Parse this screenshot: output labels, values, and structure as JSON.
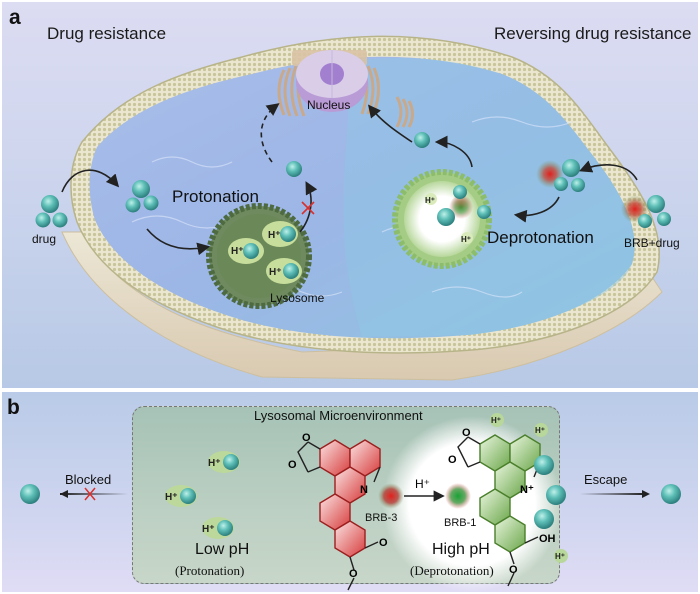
{
  "figure": {
    "panel_a": {
      "letter": "a",
      "left_title": "Drug resistance",
      "right_title": "Reversing drug resistance",
      "labels": {
        "drug": "drug",
        "protonation": "Protonation",
        "lysosome": "Lysosome",
        "nucleus": "Nucleus",
        "deprotonation": "Deprotonation",
        "brb_drug": "BRB+drug",
        "proton": "H⁺"
      }
    },
    "panel_b": {
      "letter": "b",
      "box_title": "Lysosomal Microenvironment",
      "blocked": "Blocked",
      "escape": "Escape",
      "low_ph": "Low pH",
      "low_ph_sub": "(Protonation)",
      "high_ph": "High pH",
      "high_ph_sub": "(Deprotonation)",
      "brb3": "BRB-3",
      "brb1": "BRB-1",
      "proton": "H⁺",
      "arrow_label": "H⁺",
      "atoms": {
        "o": "O",
        "n": "N",
        "n_plus": "N⁺",
        "oh": "OH",
        "keto": "O"
      }
    },
    "colors": {
      "drug_teal": "#4fb3ad",
      "lysosome_green": "#5d7a4f",
      "brb3_red": "#d83a3a",
      "brb1_green": "#6aa64a",
      "cell_blue": "#8fb5e2"
    }
  }
}
